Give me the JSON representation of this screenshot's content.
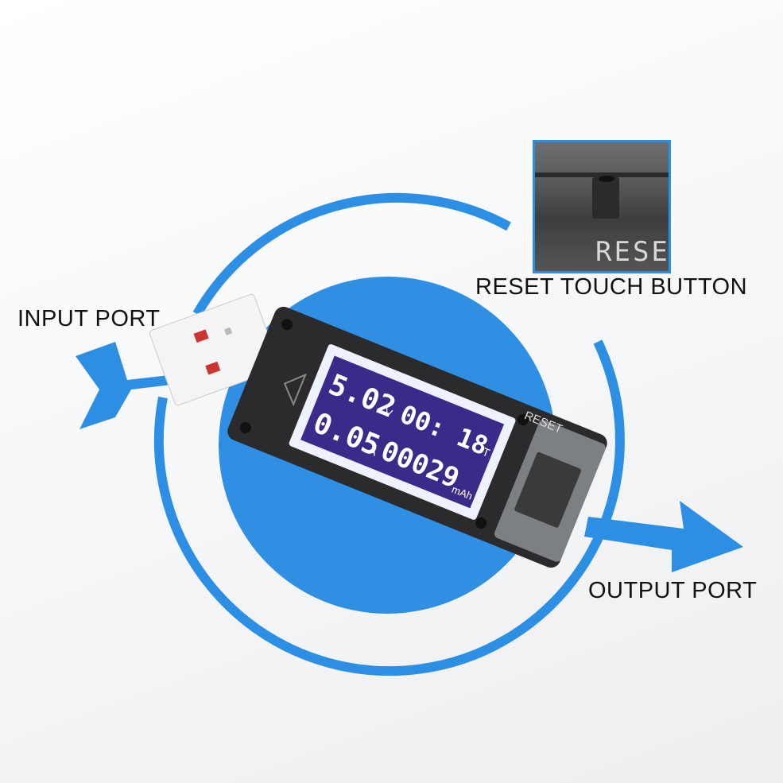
{
  "labels": {
    "input_port": "INPUT PORT",
    "output_port": "OUTPUT PORT",
    "reset_touch_button": "RESET TOUCH BUTTON"
  },
  "inset": {
    "text": "RESET"
  },
  "device": {
    "reset_text": "RESET",
    "lcd": {
      "voltage": "5.02",
      "voltage_unit": "V",
      "time": "00: 18",
      "time_unit": "T",
      "current": "0.05",
      "current_unit": "A",
      "capacity": "00029",
      "capacity_unit": "mAh"
    }
  },
  "colors": {
    "accent": "#2d8fe4",
    "lcd_bg": "#3a2a8a"
  }
}
